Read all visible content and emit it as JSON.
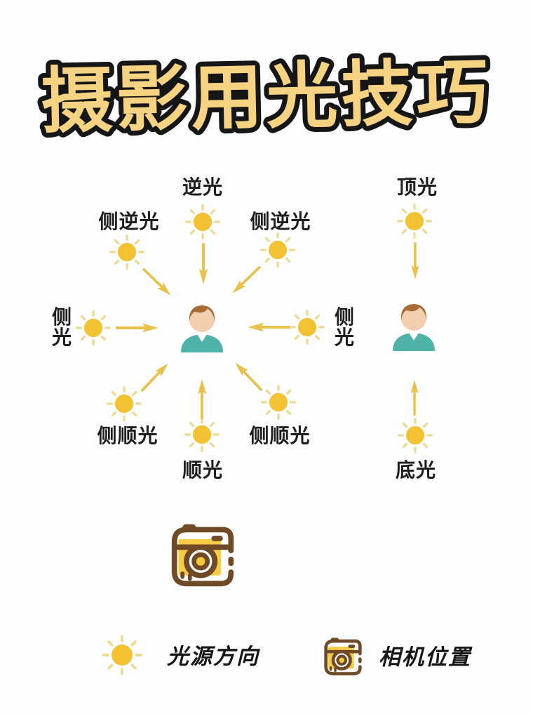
{
  "page": {
    "title": "摄影用光技巧"
  },
  "diagram": {
    "labels": {
      "backlight": "逆光",
      "side_backlight_left": "侧逆光",
      "side_backlight_right": "侧逆光",
      "side_light_left": "侧光",
      "side_light_right": "侧光",
      "side_front_light_left": "侧顺光",
      "front_light": "顺光",
      "side_front_light_right": "侧顺光",
      "top_light": "顶光",
      "bottom_light": "底光"
    },
    "icons": {
      "sun": "sun-icon",
      "person": "subject-person-icon",
      "arrow": "light-direction-arrow",
      "camera": "camera-icon"
    }
  },
  "legend": {
    "light_source": "光源方向",
    "camera_position": "相机位置"
  },
  "colors": {
    "title_fill": "#F6D383",
    "title_outline": "#161616",
    "sun_core": "#F3C233",
    "sun_rays": "#EDD98F",
    "arrow": "#E7C14A",
    "person_hair": "#A76B35",
    "person_skin": "#F1CEAD",
    "person_shirt": "#4FB3A9",
    "camera_brown": "#6E4A26",
    "camera_yellow": "#F6CB45",
    "label_text": "#1e1e1e"
  }
}
